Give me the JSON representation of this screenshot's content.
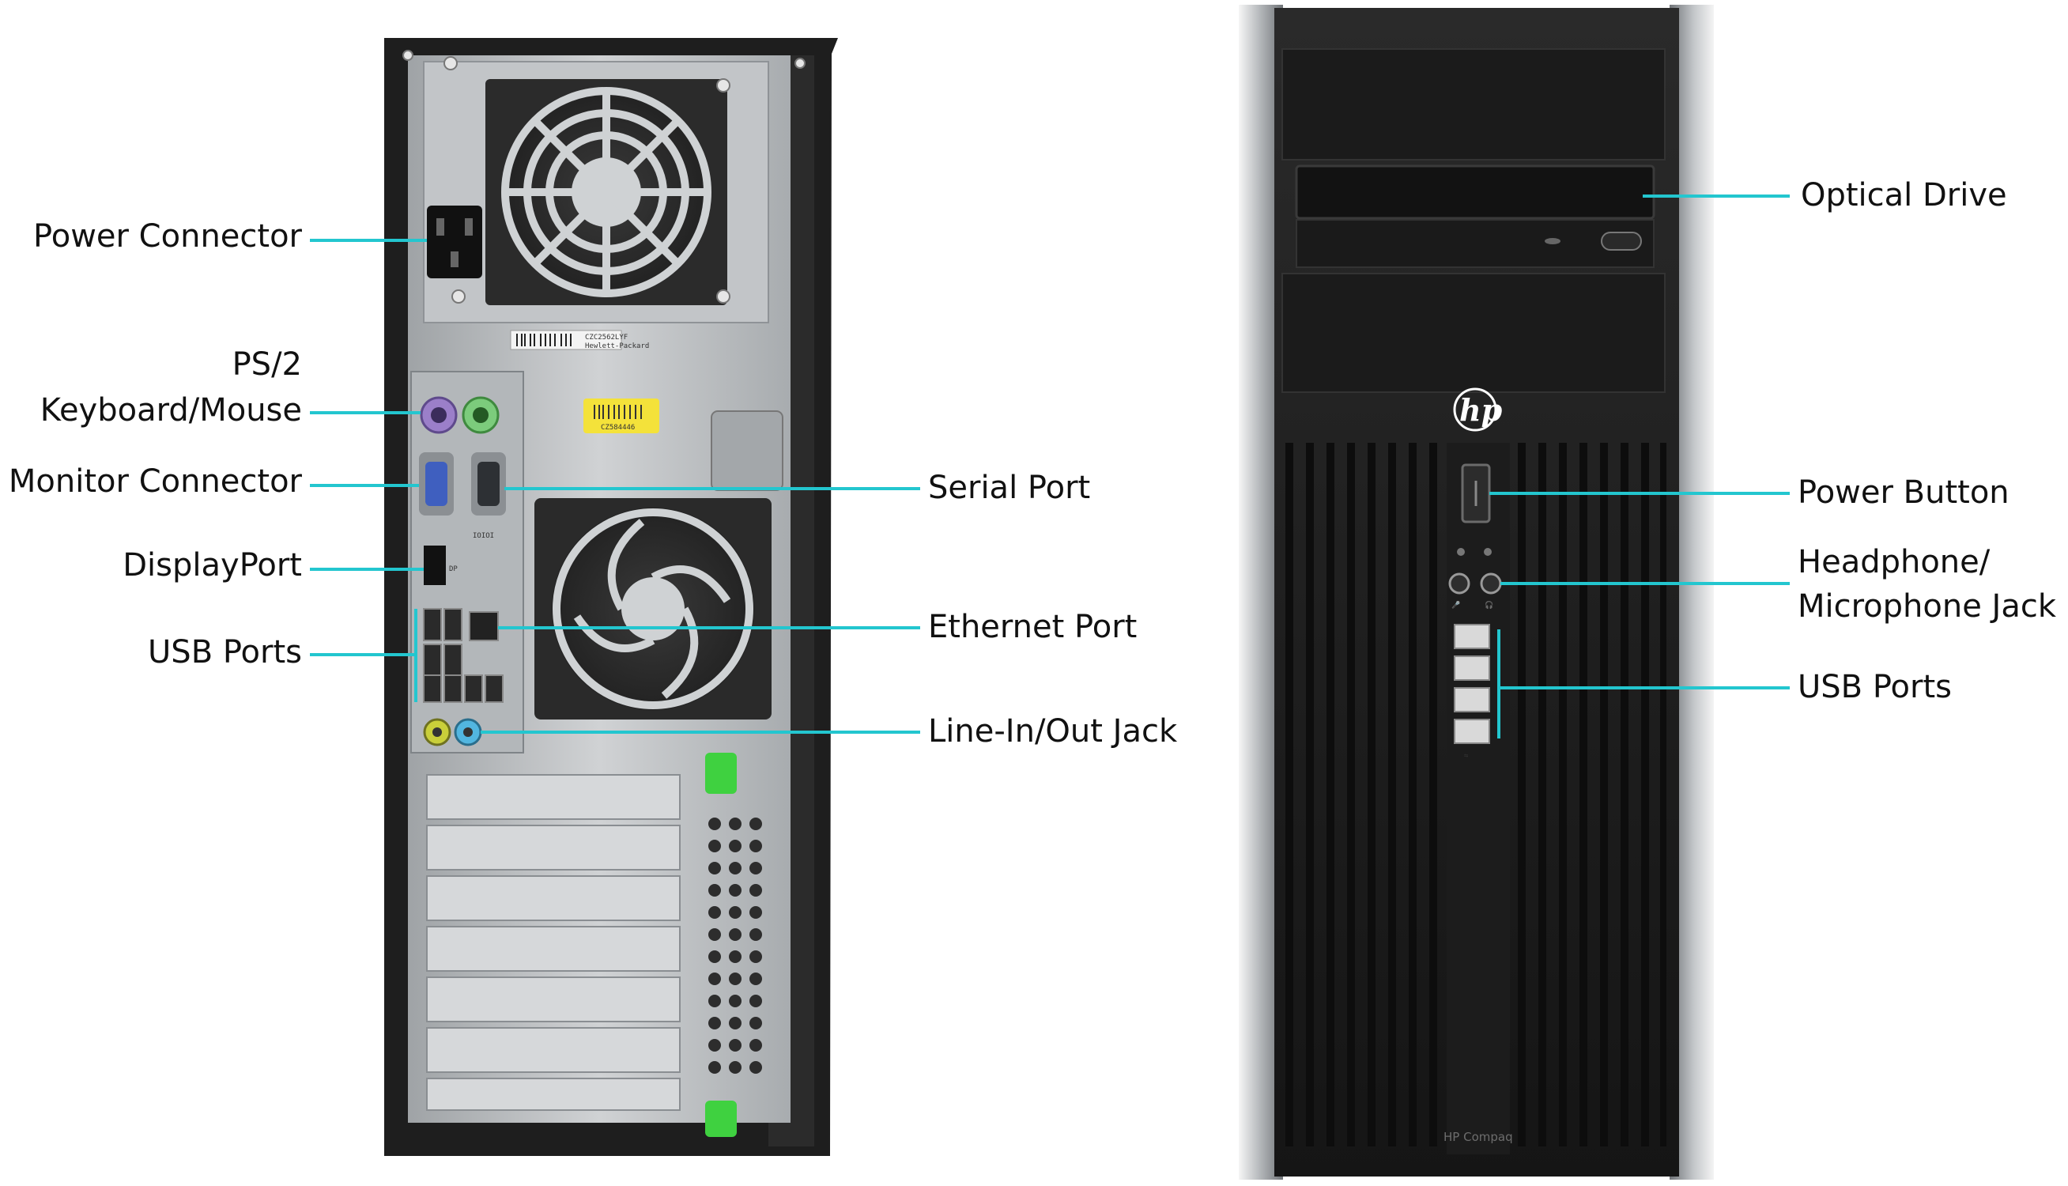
{
  "rear_view": {
    "callouts": {
      "power_connector": "Power Connector",
      "ps2_line1": "PS/2",
      "ps2_line2": "Keyboard/Mouse",
      "monitor_connector": "Monitor Connector",
      "displayport": "DisplayPort",
      "usb_ports": "USB Ports",
      "serial_port": "Serial Port",
      "ethernet_port": "Ethernet Port",
      "line_in_out_jack": "Line-In/Out Jack"
    },
    "io_marks": {
      "serial_mark": "IOIOI",
      "displayport_mark": "DP"
    },
    "sticker": {
      "label_line1": "CZC2562LYF",
      "label_line2": "Hewlett-Packard",
      "yellow_code": "CZ584446"
    }
  },
  "front_view": {
    "callouts": {
      "optical_drive": "Optical Drive",
      "power_button": "Power Button",
      "headphone_line1": "Headphone/",
      "headphone_line2": "Microphone Jack",
      "usb_ports": "USB Ports"
    },
    "logo_text": "hp",
    "brand_text": "HP Compaq"
  },
  "colors": {
    "callout_line": "#23c6cf",
    "chassis_dark": "#1e1e1e",
    "panel_metal": "#b9bcbf",
    "ps2_keyboard": "#9b7fc9",
    "ps2_mouse": "#7ccc7c",
    "vga_blue": "#3f5fbf",
    "line_in_blue": "#52b6e0",
    "line_out_green": "#c9cf3a",
    "latch_green": "#3fd140"
  },
  "icons": [
    "fan-icon",
    "power-icon",
    "usb-icon",
    "headphone-icon",
    "microphone-icon",
    "hp-logo-icon",
    "displayport-icon"
  ]
}
